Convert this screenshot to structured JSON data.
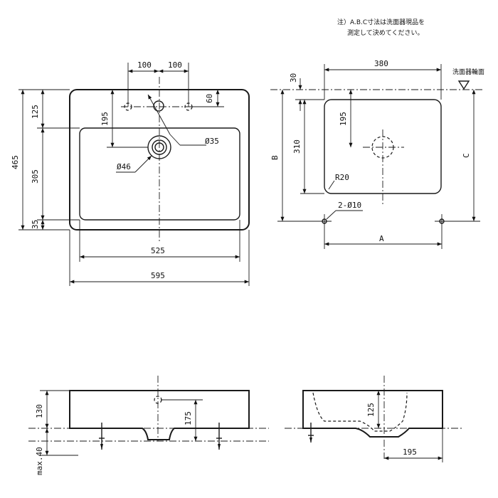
{
  "note": {
    "line1": "注）A.B.C寸法は洗面器現品を",
    "line2": "測定して決めてください。"
  },
  "floor_label": "洗面器輪面",
  "top_view": {
    "dim_100_left": "100",
    "dim_100_right": "100",
    "dim_60": "60",
    "dim_195": "195",
    "dim_465": "465",
    "dim_125": "125",
    "dim_305": "305",
    "dim_35": "35",
    "dim_phi35": "Ø35",
    "dim_phi46": "Ø46",
    "dim_525": "525",
    "dim_595": "595"
  },
  "install_view": {
    "dim_380": "380",
    "dim_30": "30",
    "dim_195": "195",
    "dim_310": "310",
    "dim_B": "B",
    "dim_C": "C",
    "dim_A": "A",
    "dim_R20": "R20",
    "dim_2phi10": "2-Ø10"
  },
  "front_view": {
    "dim_130": "130",
    "dim_175": "175",
    "dim_max40": "max.40"
  },
  "side_view": {
    "dim_125": "125",
    "dim_195": "195"
  }
}
